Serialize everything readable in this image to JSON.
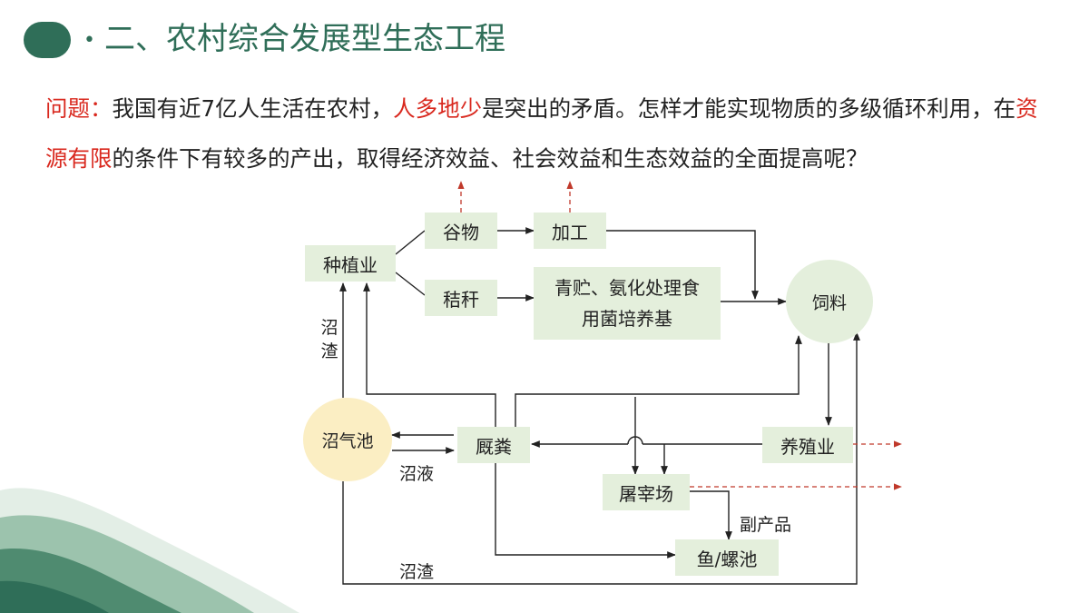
{
  "header": {
    "bullet": "•",
    "title": "二、农村综合发展型生态工程"
  },
  "paragraph": {
    "problem_label": "问题：",
    "text_1": "我国有近7亿人生活在农村，",
    "highlight_1": "人多地少",
    "text_2": "是突出的矛盾。怎样才能实现物质的多级循环利用，在",
    "highlight_2": "资源有限",
    "text_3": "的条件下有较多的产出，取得经济效益、社会效益和生态效益的全面提高呢？"
  },
  "diagram": {
    "nodes": {
      "planting": "种植业",
      "grain": "谷物",
      "processing": "加工",
      "straw": "秸秆",
      "silage": "青贮、氨化处理食用菌培养基",
      "feed": "饲料",
      "biogas": "沼气池",
      "manure": "厩粪",
      "livestock": "养殖业",
      "slaughter": "屠宰场",
      "fishpond": "鱼/螺池"
    },
    "edge_labels": {
      "biogas_residue_up": "沼渣",
      "biogas_liquid": "沼液",
      "byproduct": "副产品",
      "biogas_residue_bottom": "沼渣"
    }
  },
  "colors": {
    "accent": "#2f6e58",
    "highlight": "#d9281e",
    "node_fill": "#e4efdc",
    "biogas_fill": "#fbeec3",
    "arrow": "#222222",
    "output_arrow": "#c0392b"
  }
}
